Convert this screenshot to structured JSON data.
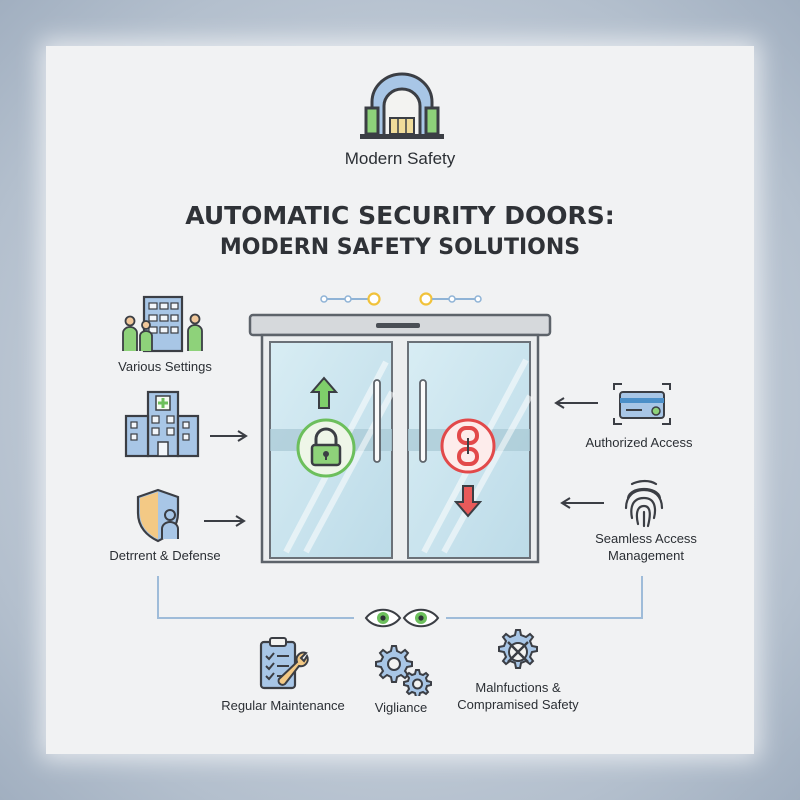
{
  "header": {
    "caption": "Modern Safety",
    "title_line1": "AUTOMATIC SECURITY DOORS:",
    "title_line2": "MODERN SAFETY SOLUTIONS"
  },
  "left_items": [
    {
      "label": "Various Settings",
      "icon": "building-people-icon"
    },
    {
      "label": "",
      "icon": "hospital-icon"
    },
    {
      "label": "Detrrent & Defense",
      "icon": "shield-person-icon"
    }
  ],
  "right_items": [
    {
      "label": "Authorized Access",
      "icon": "card-reader-icon"
    },
    {
      "label_line1": "Seamless Access",
      "label_line2": "Management",
      "icon": "fingerprint-icon"
    }
  ],
  "bottom_items": [
    {
      "label": "Regular Maintenance",
      "icon": "clipboard-wrench-icon"
    },
    {
      "label": "Vigliance",
      "icon": "gears-icon"
    },
    {
      "label_line1": "Malnfuctions &",
      "label_line2": "Compramised Safety",
      "icon": "broken-gear-icon"
    }
  ],
  "door": {
    "left_panel_icons": [
      "up-arrow-icon",
      "padlock-icon"
    ],
    "right_panel_icons": [
      "broken-chain-icon",
      "down-arrow-icon"
    ]
  },
  "colors": {
    "accent_green": "#6cbf5c",
    "accent_red": "#e2494a",
    "accent_blue": "#4b8fc8",
    "accent_yellow": "#f1c23a",
    "glass": "#cfe6ef"
  }
}
